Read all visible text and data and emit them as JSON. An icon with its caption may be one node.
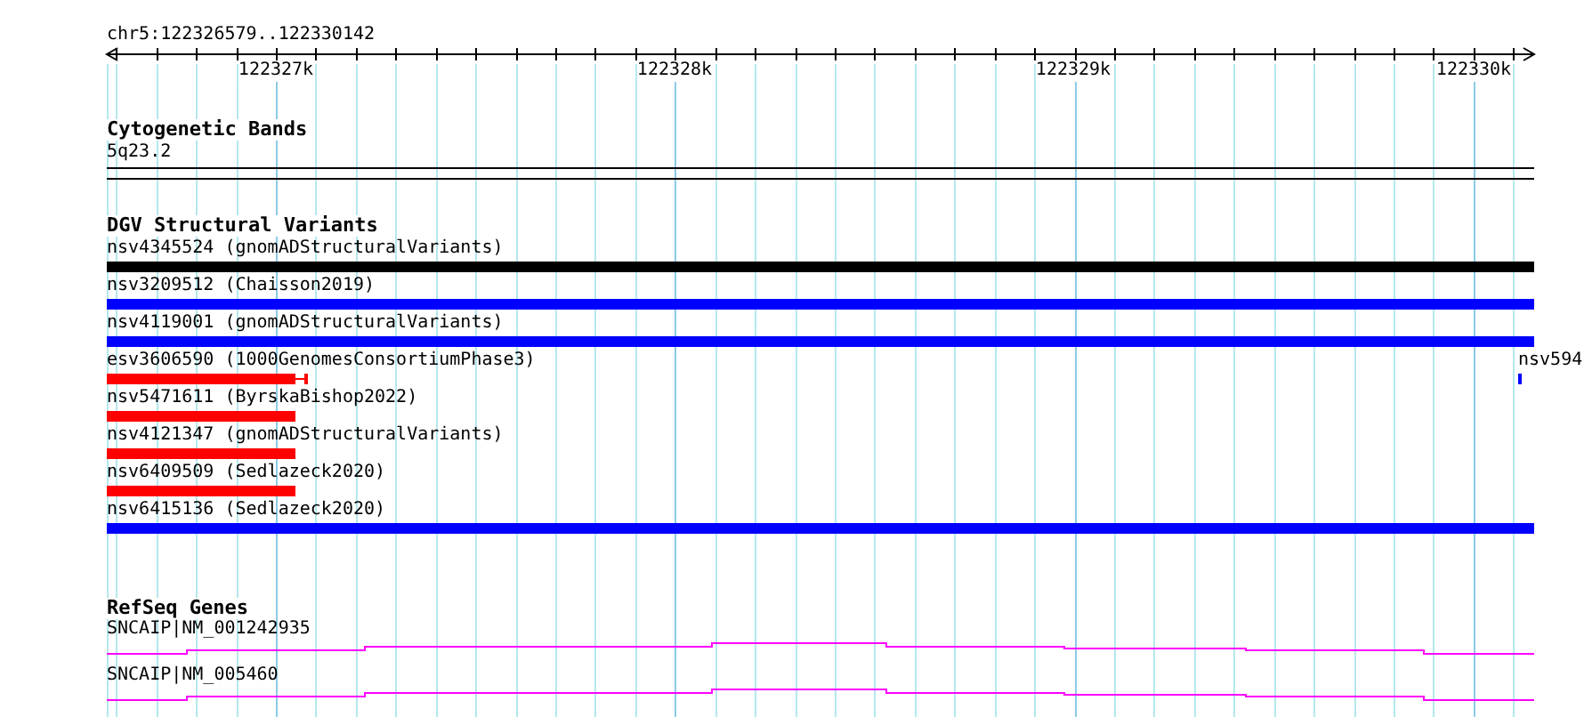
{
  "diagram": {
    "nodes": [
      {
        "text": [
          "5q23.2"
        ]
      },
      {
        "text": [
          "nsv4345524 (gnomADStructuralVariants)"
        ]
      },
      {
        "text": [
          "nsv3209512 (Chaisson2019)"
        ]
      },
      {
        "text": [
          "nsv4119001 (gnomADStructuralVariants)"
        ]
      },
      {
        "text": [
          "esv3606590 (1000GenomesConsortiumPhase3)"
        ]
      },
      {
        "text": [
          "nsv594"
        ]
      },
      {
        "text": [
          "nsv5471611 (ByrskaBishop2022)"
        ]
      },
      {
        "text": [
          "nsv4121347 (gnomADStructuralVariants)"
        ]
      },
      {
        "text": [
          "nsv6409509 (Sedlazeck2020)"
        ]
      },
      {
        "text": [
          "nsv6415136 (Sedlazeck2020)"
        ]
      },
      {
        "text": [
          "SNCAIP|NM_001242935"
        ]
      },
      {
        "text": [
          "SNCAIP|NM_005460"
        ]
      }
    ],
    "labels": [
      "chr5:122326579..122330142",
      "122327k",
      "122328k",
      "122329k",
      "122330k",
      "Cytogenetic Bands",
      "DGV Structural Variants",
      "RefSeq Genes"
    ]
  }
}
